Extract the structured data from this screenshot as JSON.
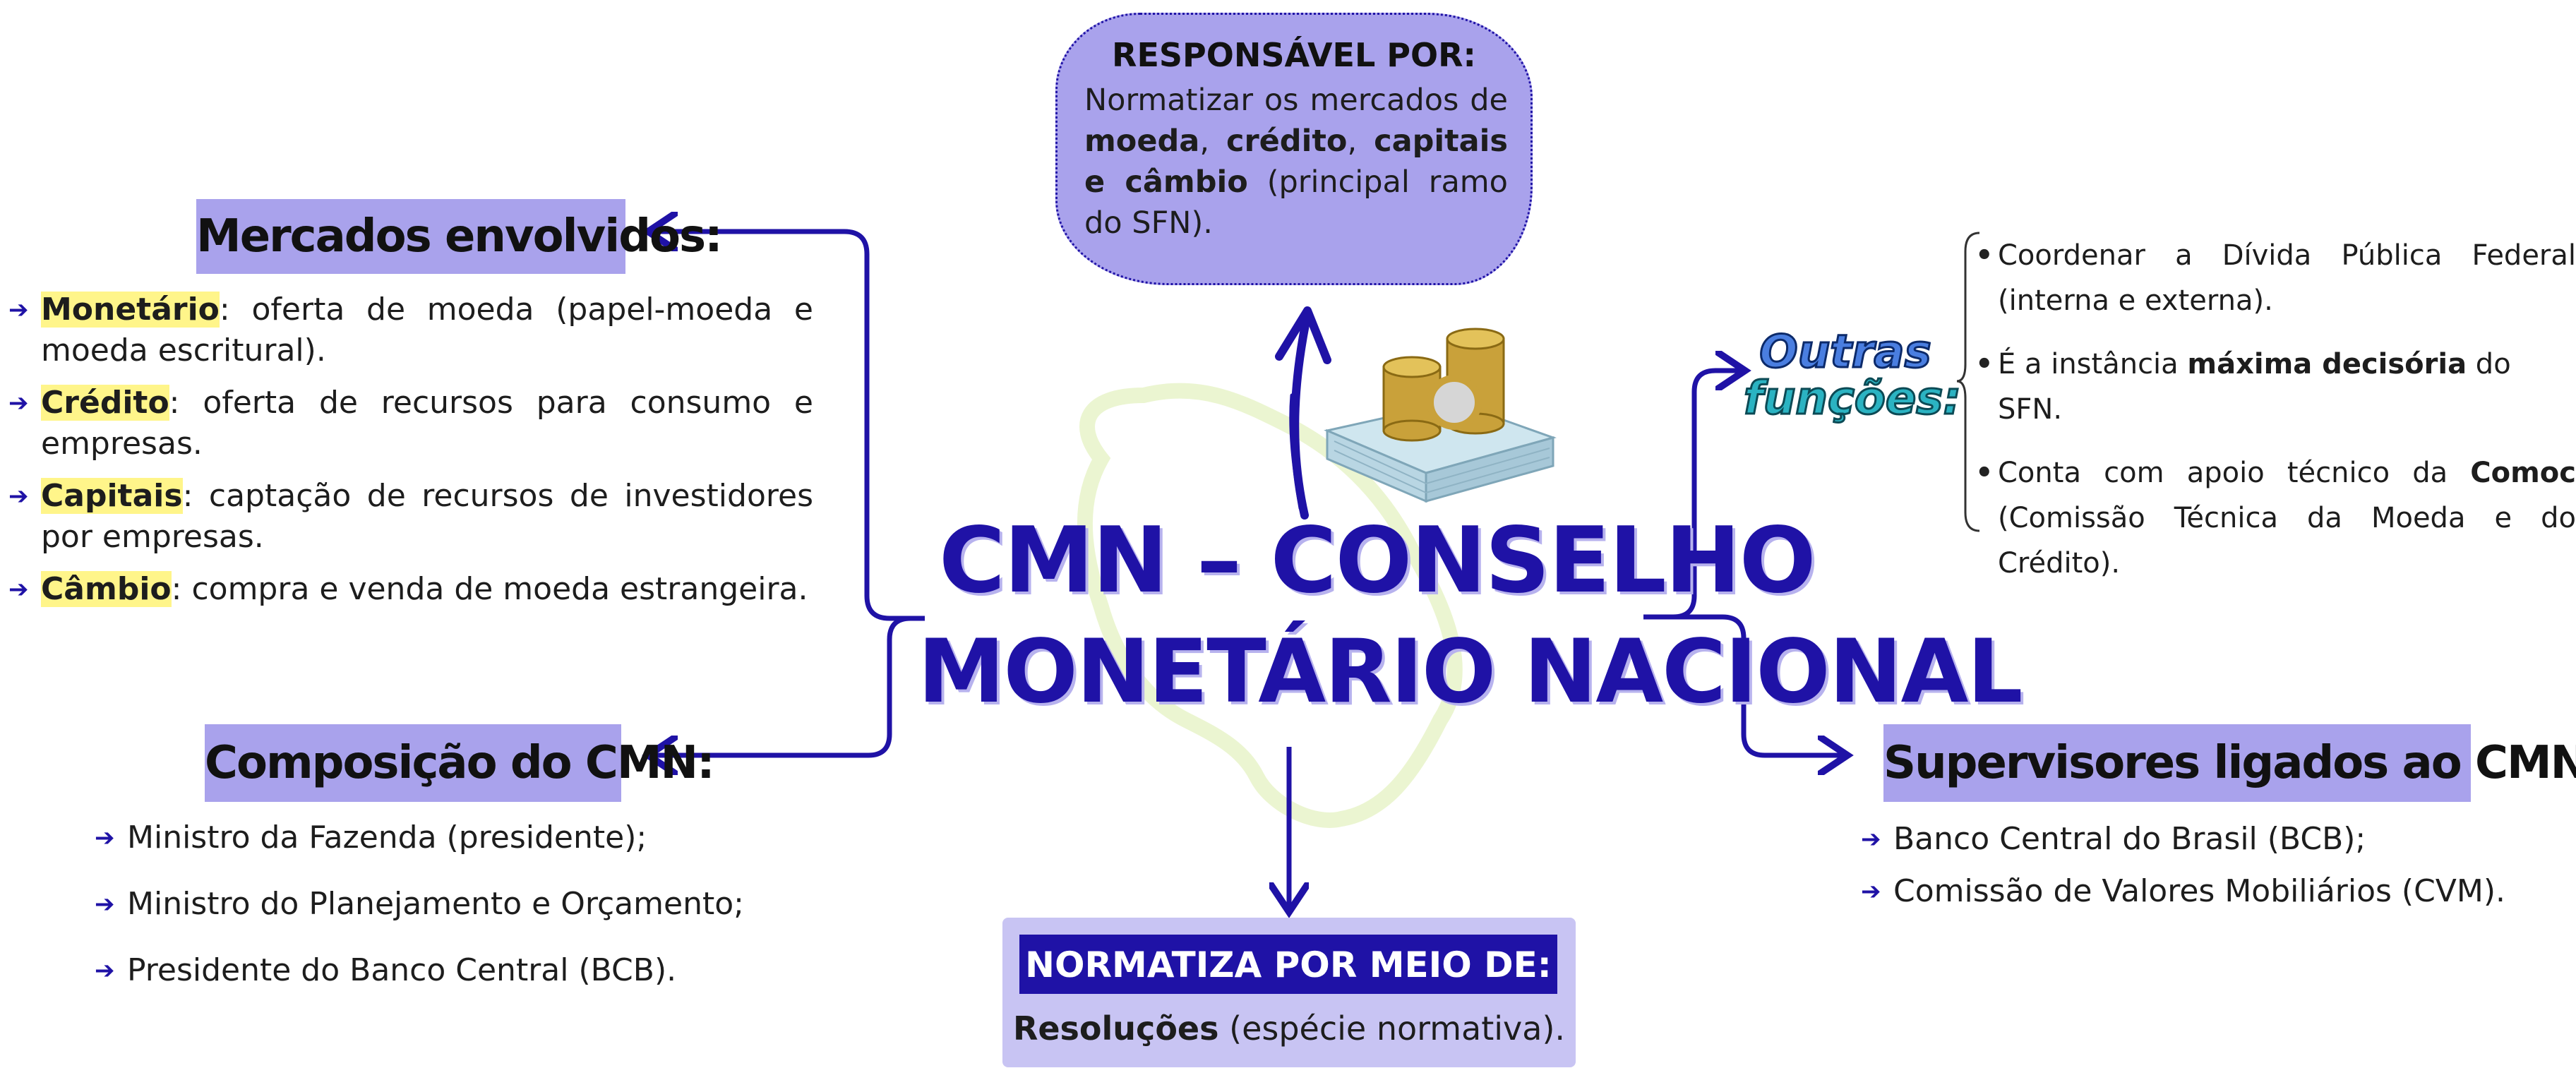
{
  "title": {
    "line1": "CMN – CONSELHO",
    "line2": "MONETÁRIO NACIONAL"
  },
  "responsavel": {
    "heading": "RESPONSÁVEL POR:",
    "t1": "Normatizar os mercados de ",
    "b1": "moeda",
    "t2": ", ",
    "b2": "crédito",
    "t3": ", ",
    "b3": "capitais e câmbio",
    "t4": " (principal ramo do SFN)."
  },
  "mercados": {
    "heading": "Mercados envolvidos:",
    "items": [
      {
        "term": "Monetário",
        "text": ": oferta de moeda (papel-moeda e moeda escritural)."
      },
      {
        "term": "Crédito",
        "text": ": oferta de recursos para consumo e empresas."
      },
      {
        "term": "Capitais",
        "text": ": captação de recursos de investidores por empresas."
      },
      {
        "term": "Câmbio",
        "text": ": compra e venda de moeda estrangeira."
      }
    ]
  },
  "composicao": {
    "heading": "Composição do CMN:",
    "items": [
      "Ministro da Fazenda (presidente);",
      "Ministro do Planejamento e Orçamento;",
      "Presidente do Banco Central (BCB)."
    ]
  },
  "normatiza": {
    "heading": "NORMATIZA POR MEIO DE:",
    "bold": "Resoluções",
    "rest": " (espécie normativa)."
  },
  "outras": {
    "label_line1": "Outras",
    "label_line2": "funções:",
    "item1": "Coordenar a Dívida Pública Federal (interna e externa).",
    "item2_pre": "É a instância ",
    "item2_bold": "máxima decisória",
    "item2_post": " do SFN.",
    "item3_pre": "Conta com apoio técnico da ",
    "item3_bold": "Comoc",
    "item3_post": " (Comissão Técnica da Moeda e do Crédito)."
  },
  "supervisores": {
    "heading": "Supervisores ligados ao CMN:",
    "items": [
      "Banco Central do Brasil (BCB);",
      "Comissão de Valores Mobiliários (CVM)."
    ]
  },
  "colors": {
    "accent_dark": "#1f12a6",
    "accent_light": "#a9a2ec",
    "highlight": "#fff58a",
    "teal": "#1aa3b8"
  },
  "icons": [
    "coins-money-icon",
    "arrow-up-icon",
    "brazil-map-icon"
  ]
}
